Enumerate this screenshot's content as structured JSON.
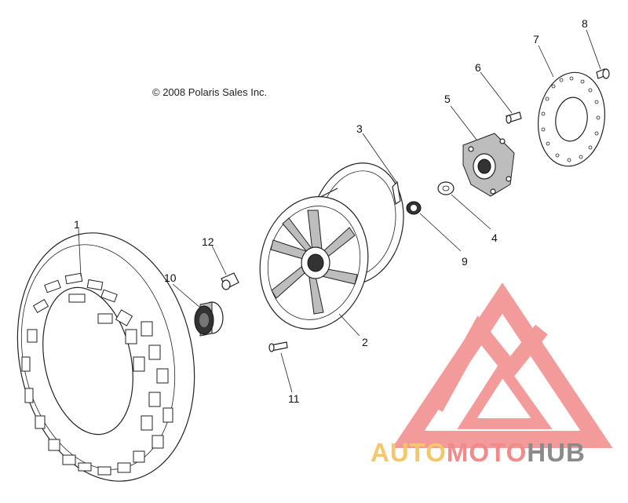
{
  "diagram": {
    "copyright": "© 2008 Polaris Sales Inc.",
    "callouts": [
      {
        "id": "1",
        "label": "1"
      },
      {
        "id": "2",
        "label": "2"
      },
      {
        "id": "3",
        "label": "3"
      },
      {
        "id": "4",
        "label": "4"
      },
      {
        "id": "5",
        "label": "5"
      },
      {
        "id": "6",
        "label": "6"
      },
      {
        "id": "7",
        "label": "7"
      },
      {
        "id": "8",
        "label": "8"
      },
      {
        "id": "9",
        "label": "9"
      },
      {
        "id": "10",
        "label": "10"
      },
      {
        "id": "11",
        "label": "11"
      },
      {
        "id": "12",
        "label": "12"
      }
    ]
  },
  "watermark": {
    "part1": "AUTO",
    "part2": "MOTO",
    "part3": "HUB",
    "color_yellow": "#f5c76a",
    "color_red": "#f28a8a",
    "color_gray": "#8a8a8a"
  }
}
